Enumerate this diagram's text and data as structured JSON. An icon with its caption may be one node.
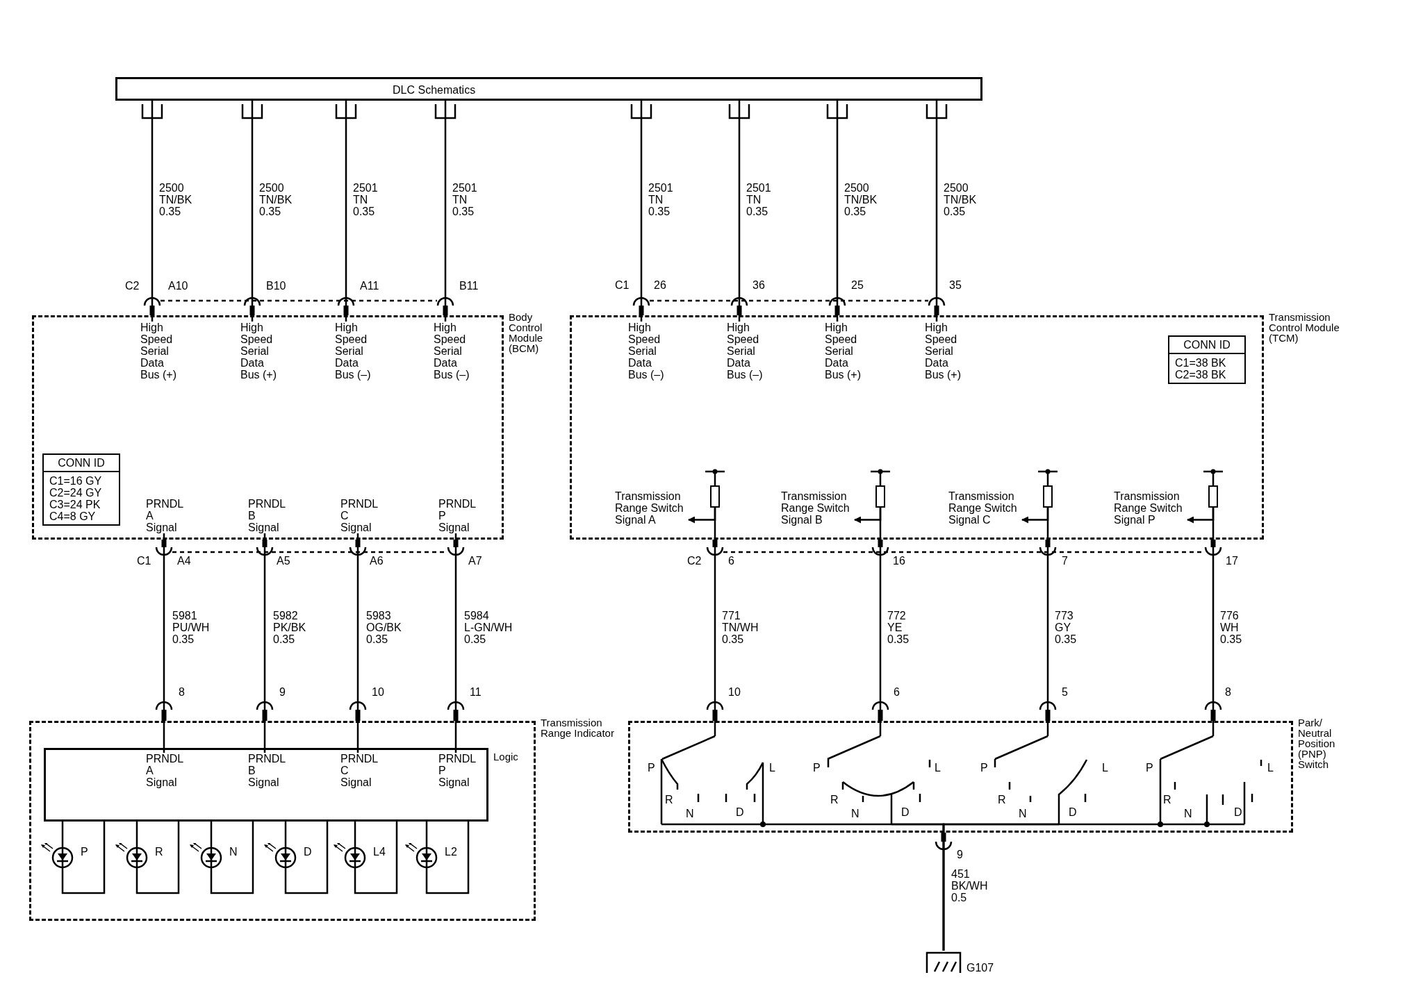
{
  "diagram": {
    "nodes": [
      {
        "text": [
          "DLC Schematics"
        ]
      },
      {
        "text": [
          "Body Control Module (BCM)"
        ]
      },
      {
        "text": [
          "High Speed Serial Data Bus (+)"
        ],
        "in": 1
      },
      {
        "text": [
          "High Speed Serial Data Bus (+)"
        ],
        "in": 1
      },
      {
        "text": [
          "High Speed Serial Data Bus (–)"
        ],
        "in": 1
      },
      {
        "text": [
          "High Speed Serial Data Bus (–)"
        ],
        "in": 1
      },
      {
        "text": [
          "CONN ID",
          "C1=16 GY C2=24 GY C3=24 PK C4=8 GY"
        ],
        "in": 1
      },
      {
        "text": [
          "PRNDL A Signal"
        ],
        "in": 1
      },
      {
        "text": [
          "PRNDL B Signal"
        ],
        "in": 1
      },
      {
        "text": [
          "PRNDL C Signal"
        ],
        "in": 1
      },
      {
        "text": [
          "PRNDL P Signal"
        ],
        "in": 1
      },
      {
        "text": [
          "Transmission Control Module (TCM)"
        ]
      },
      {
        "text": [
          "High Speed Serial Data Bus (–)"
        ],
        "in": 11
      },
      {
        "text": [
          "High Speed Serial Data Bus (–)"
        ],
        "in": 11
      },
      {
        "text": [
          "High Speed Serial Data Bus (+)"
        ],
        "in": 11
      },
      {
        "text": [
          "High Speed Serial Data Bus (+)"
        ],
        "in": 11
      },
      {
        "text": [
          "CONN ID",
          "C1=38 BK C2=38 BK"
        ],
        "in": 11
      },
      {
        "text": [
          "Transmission Range Switch Signal A"
        ],
        "in": 11
      },
      {
        "text": [
          "Transmission Range Switch Signal B"
        ],
        "in": 11
      },
      {
        "text": [
          "Transmission Range Switch Signal C"
        ],
        "in": 11
      },
      {
        "text": [
          "Transmission Range Switch Signal P"
        ],
        "in": 11
      },
      {
        "text": [],
        "shape": "resistor",
        "in": 11
      },
      {
        "text": [],
        "shape": "resistor",
        "in": 11
      },
      {
        "text": [],
        "shape": "resistor",
        "in": 11
      },
      {
        "text": [],
        "shape": "resistor",
        "in": 11
      },
      {
        "text": [
          "Transmission Range Indicator"
        ]
      },
      {
        "text": [
          "Logic"
        ],
        "in": 25
      },
      {
        "text": [
          "PRNDL A Signal"
        ],
        "in": 26
      },
      {
        "text": [
          "PRNDL B Signal"
        ],
        "in": 26
      },
      {
        "text": [
          "PRNDL C Signal"
        ],
        "in": 26
      },
      {
        "text": [
          "PRNDL P Signal"
        ],
        "in": 26
      },
      {
        "text": [],
        "shape": "led",
        "beside": [
          "P"
        ],
        "in": 25
      },
      {
        "text": [],
        "shape": "led",
        "beside": [
          "R"
        ],
        "in": 25
      },
      {
        "text": [],
        "shape": "led",
        "beside": [
          "N"
        ],
        "in": 25
      },
      {
        "text": [],
        "shape": "led",
        "beside": [
          "D"
        ],
        "in": 25
      },
      {
        "text": [],
        "shape": "led",
        "beside": [
          "L4"
        ],
        "in": 25
      },
      {
        "text": [],
        "shape": "led",
        "beside": [
          "L2"
        ],
        "in": 25
      },
      {
        "text": [
          "Park/ Neutral Position (PNP) Switch"
        ]
      },
      {
        "text": [
          "P",
          "R",
          "N",
          "D",
          "L"
        ],
        "in": 37
      },
      {
        "text": [
          "P",
          "R",
          "N",
          "D",
          "L"
        ],
        "in": 37
      },
      {
        "text": [
          "P",
          "R",
          "N",
          "D",
          "L"
        ],
        "in": 37
      },
      {
        "text": [
          "P",
          "R",
          "N",
          "D",
          "L"
        ],
        "in": 37
      },
      {
        "text": [],
        "shape": "ground",
        "beside": [
          "G107"
        ]
      }
    ],
    "edges": [
      {
        "from": 0,
        "to": 2,
        "arrow": "none",
        "label": "2500 TN/BK 0.35"
      },
      {
        "from": 0,
        "to": 3,
        "arrow": "none",
        "label": "2500 TN/BK 0.35"
      },
      {
        "from": 0,
        "to": 4,
        "arrow": "none",
        "label": "2501 TN 0.35"
      },
      {
        "from": 0,
        "to": 5,
        "arrow": "none",
        "label": "2501 TN 0.35"
      },
      {
        "from": 0,
        "to": 12,
        "arrow": "none",
        "label": "2501 TN 0.35"
      },
      {
        "from": 0,
        "to": 13,
        "arrow": "none",
        "label": "2501 TN 0.35"
      },
      {
        "from": 0,
        "to": 14,
        "arrow": "none",
        "label": "2500 TN/BK 0.35"
      },
      {
        "from": 0,
        "to": 15,
        "arrow": "none",
        "label": "2500 TN/BK 0.35"
      },
      {
        "from": 7,
        "to": 27,
        "arrow": "none",
        "label": "5981 PU/WH 0.35"
      },
      {
        "from": 8,
        "to": 28,
        "arrow": "none",
        "label": "5982 PK/BK 0.35"
      },
      {
        "from": 9,
        "to": 29,
        "arrow": "none",
        "label": "5983 OG/BK 0.35"
      },
      {
        "from": 10,
        "to": 30,
        "arrow": "none",
        "label": "5984 L-GN/WH 0.35"
      },
      {
        "from": 21,
        "to": 17,
        "arrow": "to"
      },
      {
        "from": 22,
        "to": 18,
        "arrow": "to"
      },
      {
        "from": 23,
        "to": 19,
        "arrow": "to"
      },
      {
        "from": 24,
        "to": 20,
        "arrow": "to"
      },
      {
        "from": 21,
        "to": 38,
        "arrow": "none",
        "label": "771 TN/WH 0.35"
      },
      {
        "from": 22,
        "to": 39,
        "arrow": "none",
        "label": "772 YE 0.35"
      },
      {
        "from": 23,
        "to": 40,
        "arrow": "none",
        "label": "773 GY 0.35"
      },
      {
        "from": 24,
        "to": 41,
        "arrow": "none",
        "label": "776 WH 0.35"
      },
      {
        "from": 26,
        "to": 31,
        "arrow": "none"
      },
      {
        "from": 31,
        "to": 26,
        "arrow": "none"
      },
      {
        "from": 26,
        "to": 32,
        "arrow": "none"
      },
      {
        "from": 32,
        "to": 26,
        "arrow": "none"
      },
      {
        "from": 26,
        "to": 33,
        "arrow": "none"
      },
      {
        "from": 33,
        "to": 26,
        "arrow": "none"
      },
      {
        "from": 26,
        "to": 34,
        "arrow": "none"
      },
      {
        "from": 34,
        "to": 26,
        "arrow": "none"
      },
      {
        "from": 26,
        "to": 35,
        "arrow": "none"
      },
      {
        "from": 35,
        "to": 26,
        "arrow": "none"
      },
      {
        "from": 26,
        "to": 36,
        "arrow": "none"
      },
      {
        "from": 36,
        "to": 26,
        "arrow": "none"
      },
      {
        "from": 38,
        "to": 42,
        "arrow": "none"
      },
      {
        "from": 39,
        "to": 42,
        "arrow": "none"
      },
      {
        "from": 40,
        "to": 42,
        "arrow": "none"
      },
      {
        "from": 41,
        "to": 42,
        "arrow": "none"
      }
    ],
    "labels": [
      "C2",
      "A10",
      "B10",
      "A11",
      "B11",
      "C1",
      "26",
      "36",
      "25",
      "35",
      "C1",
      "A4",
      "A5",
      "A6",
      "A7",
      "C2",
      "6",
      "16",
      "7",
      "17",
      "8",
      "9",
      "10",
      "11",
      "10",
      "6",
      "5",
      "8",
      "9",
      "451 BK/WH 0.5"
    ]
  }
}
